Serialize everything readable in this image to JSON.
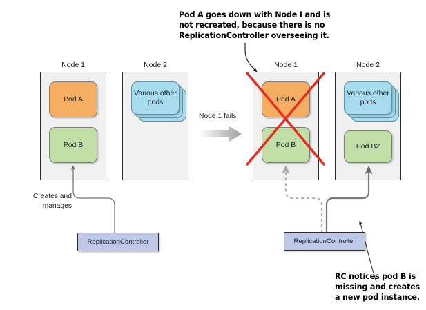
{
  "figure": {
    "annotations": {
      "top": {
        "name": "pod-a-annotation",
        "lines": [
          "Pod A goes down with Node I and is",
          "not recreated, because there is no",
          "ReplicationController overseeing it."
        ]
      },
      "bottom_right": {
        "name": "rc-recreate-annotation",
        "lines": [
          "RC notices pod B is",
          "missing and creates",
          "a new pod instance."
        ]
      }
    },
    "transition": {
      "label": "Node 1 fails"
    },
    "left_scene": {
      "nodes": [
        {
          "label": "Node 1",
          "pods": [
            {
              "label": "Pod A",
              "color": "#f5ae61",
              "style": "orange"
            },
            {
              "label": "Pod B",
              "color": "#c0dea5",
              "style": "green"
            }
          ]
        },
        {
          "label": "Node 2",
          "pods": [
            {
              "label": "Various other pods",
              "color": "#a6dcee",
              "style": "blue-stack"
            }
          ]
        }
      ],
      "controller": {
        "label": "ReplicationController",
        "color": "#bfc8e8"
      },
      "connector_label": {
        "lines": [
          "Creates and",
          "manages"
        ]
      }
    },
    "right_scene": {
      "failed": true,
      "nodes": [
        {
          "label": "Node 1",
          "pods": [
            {
              "label": "Pod A",
              "color": "#f5ae61",
              "style": "orange"
            },
            {
              "label": "Pod B",
              "color": "#c0dea5",
              "style": "green"
            }
          ]
        },
        {
          "label": "Node 2",
          "pods": [
            {
              "label": "Various other pods",
              "color": "#a6dcee",
              "style": "blue-stack"
            },
            {
              "label": "Pod B2",
              "color": "#c0dea5",
              "style": "green"
            }
          ]
        }
      ],
      "controller": {
        "label": "ReplicationController",
        "color": "#bfc8e8"
      }
    },
    "colors": {
      "cross_out": "#e8291c",
      "node_fill": "#f0f0f0",
      "node_border": "#2b2b2b",
      "connector": "#7a7a7a",
      "connector_dead": "#b3b3b3",
      "arrow_gradient_from": "#ffffff",
      "arrow_gradient_to": "#9d9d9d"
    }
  }
}
